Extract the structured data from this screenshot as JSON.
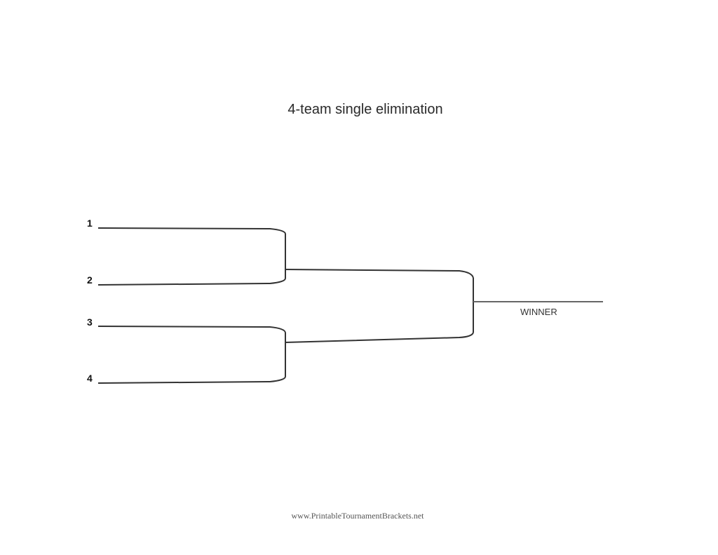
{
  "title": "4-team single elimination",
  "seeds": [
    "1",
    "2",
    "3",
    "4"
  ],
  "winner_label": "WINNER",
  "footer": "www.PrintableTournamentBrackets.net"
}
